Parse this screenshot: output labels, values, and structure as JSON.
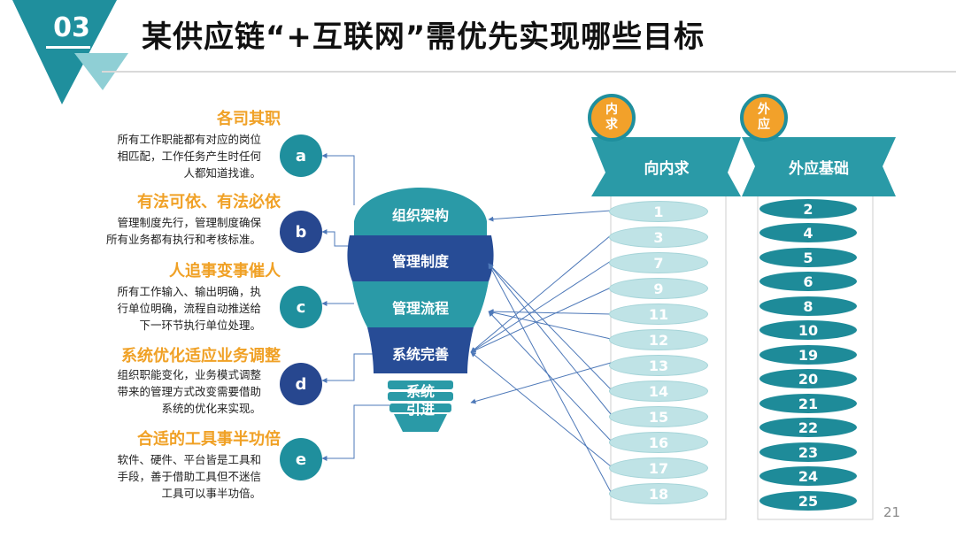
{
  "header": {
    "section_number": "03",
    "title": "某供应链“+互联网”需优先实现哪些目标"
  },
  "principles": [
    {
      "letter": "a",
      "title": "各司其职",
      "lines": [
        "所有工作职能都有对应的岗位",
        "相匹配，工作任务产生时任何",
        "人都知道找谁。"
      ]
    },
    {
      "letter": "b",
      "title": "有法可依、有法必依",
      "lines": [
        "管理制度先行，管理制度确保",
        "所有业务都有执行和考核标准。"
      ]
    },
    {
      "letter": "c",
      "title": "人追事变事催人",
      "lines": [
        "所有工作输入、输出明确，执",
        "行单位明确，流程自动推送给",
        "下一环节执行单位处理。"
      ]
    },
    {
      "letter": "d",
      "title": "系统优化适应业务调整",
      "lines": [
        "组织职能变化，业务模式调整",
        "带来的管理方式改变需要借助",
        "系统的优化来实现。"
      ]
    },
    {
      "letter": "e",
      "title": "合适的工具事半功倍",
      "lines": [
        "软件、硬件、平台皆是工具和",
        "手段，善于借助工具但不迷信",
        "工具可以事半功倍。"
      ]
    }
  ],
  "bulb": {
    "bands": [
      "组织架构",
      "管理制度",
      "管理流程",
      "系统完善"
    ],
    "base_label_line1": "系统",
    "base_label_line2": "引进"
  },
  "columns": {
    "internal": {
      "badge_line1": "内",
      "badge_line2": "求",
      "label": "向内求",
      "items": [
        "1",
        "3",
        "7",
        "9",
        "11",
        "12",
        "13",
        "14",
        "15",
        "16",
        "17",
        "18"
      ]
    },
    "external": {
      "badge_line1": "外",
      "badge_line2": "应",
      "label": "外应基础",
      "items": [
        "2",
        "4",
        "5",
        "6",
        "8",
        "10",
        "19",
        "20",
        "21",
        "22",
        "23",
        "24",
        "25"
      ]
    }
  },
  "colors": {
    "teal": "#1f8f9d",
    "navy": "#27478f",
    "orange": "#f0a126",
    "light_teal": "#bfe3e6"
  },
  "slide_number": "21"
}
